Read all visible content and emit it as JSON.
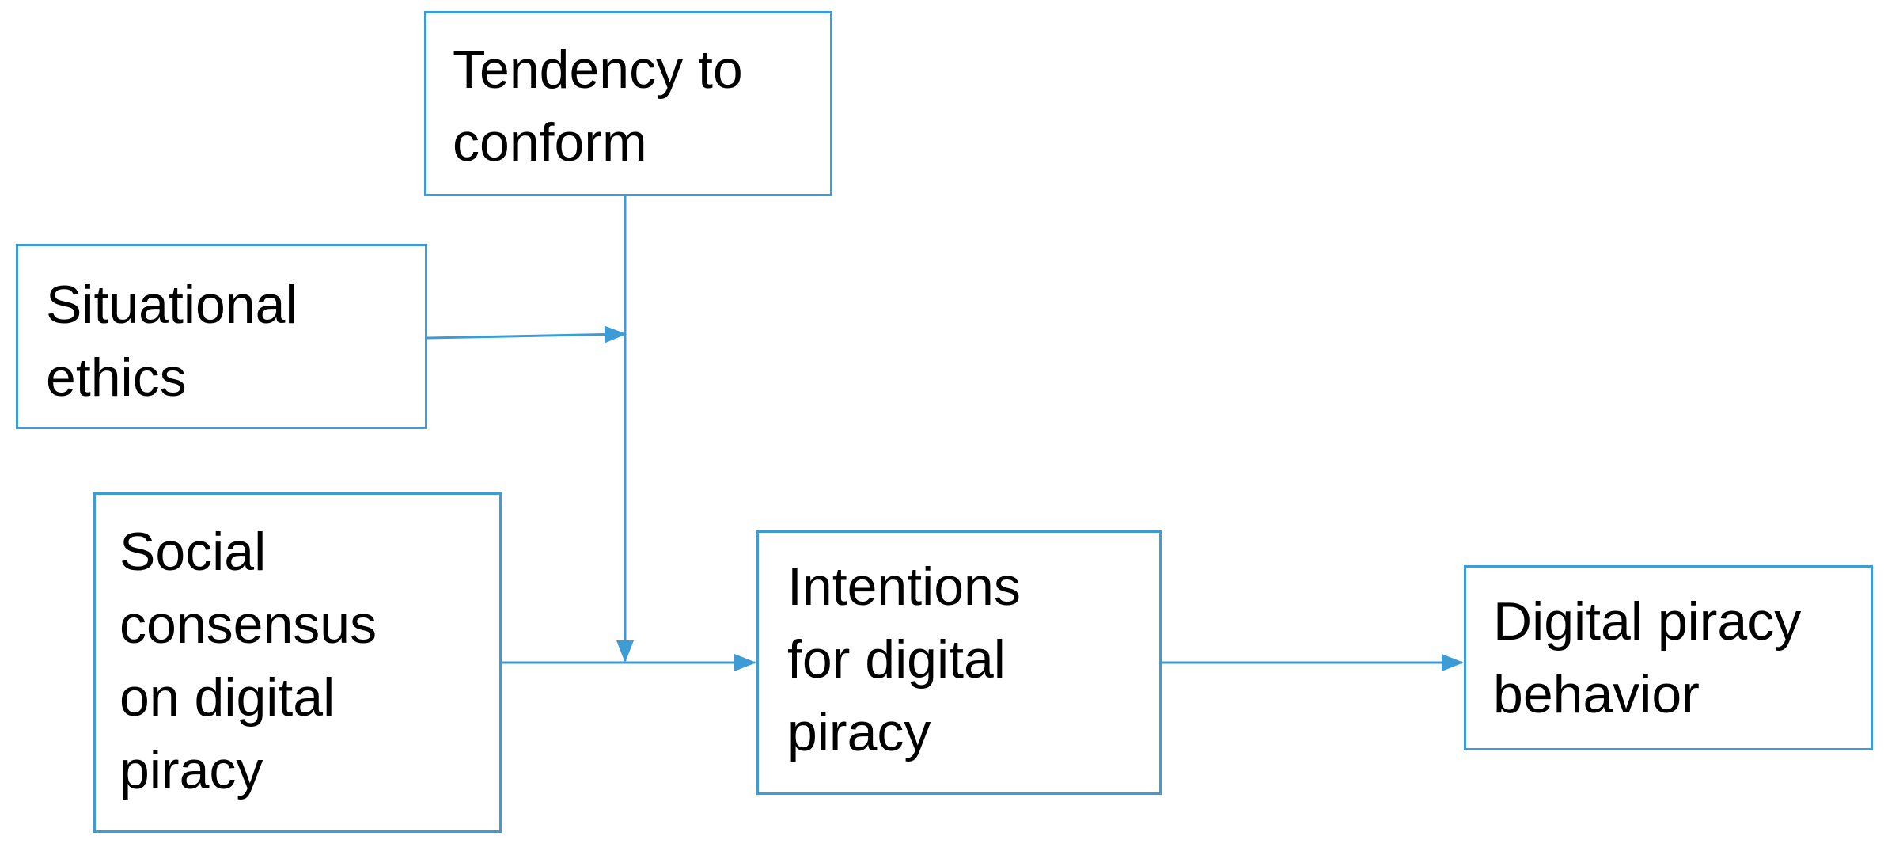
{
  "colors": {
    "stroke": "#3d9bd6",
    "text": "#000000",
    "background": "#ffffff"
  },
  "nodes": {
    "tendency_to_conform": {
      "label": "Tendency to\nconform"
    },
    "situational_ethics": {
      "label": "Situational\nethics"
    },
    "social_consensus": {
      "label": "Social\nconsensus\non digital\npiracy"
    },
    "intentions": {
      "label": "Intentions\nfor digital\npiracy"
    },
    "behavior": {
      "label": "Digital piracy\nbehavior"
    }
  },
  "edges": [
    {
      "from": "social_consensus",
      "to": "intentions"
    },
    {
      "from": "intentions",
      "to": "behavior"
    },
    {
      "from": "tendency_to_conform",
      "to": "social_consensus->intentions",
      "type": "moderation"
    },
    {
      "from": "situational_ethics",
      "to": "tendency_to_conform->social_consensus->intentions",
      "type": "moderation"
    }
  ]
}
